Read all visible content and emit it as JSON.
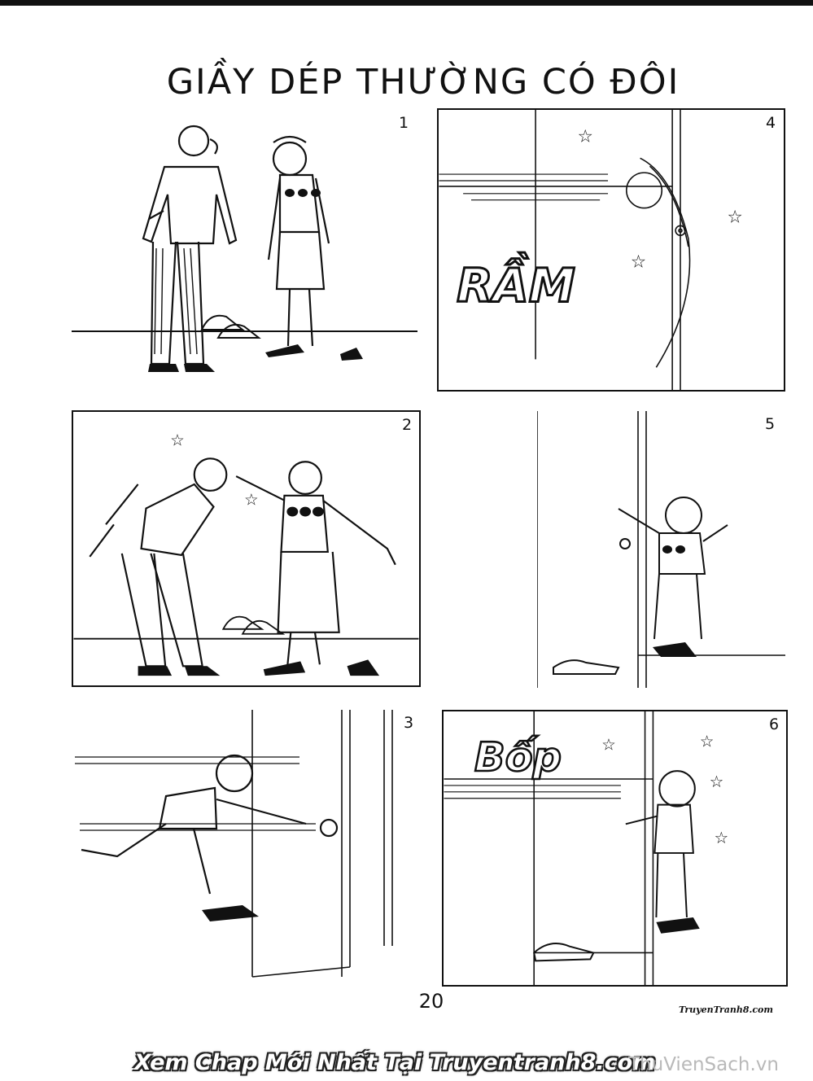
{
  "page": {
    "title": "GIẦY DÉP THƯỜNG CÓ ĐÔI",
    "page_number": "20",
    "credit": "TruyenTranh8.com"
  },
  "panels": [
    {
      "number": "1"
    },
    {
      "number": "2"
    },
    {
      "number": "3"
    },
    {
      "number": "4",
      "sfx": "RẦM"
    },
    {
      "number": "5"
    },
    {
      "number": "6",
      "sfx": "Bốp"
    }
  ],
  "watermark": {
    "banner": "Xem Chap Mới Nhất Tại Truyentranh8.com",
    "site": "ThuVienSach.vn"
  }
}
